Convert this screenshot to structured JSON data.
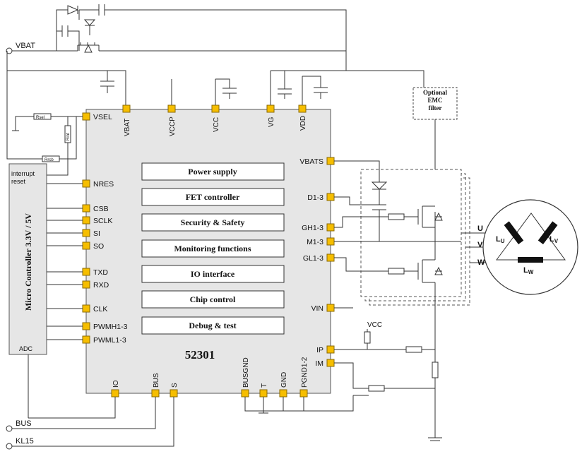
{
  "chip": {
    "name": "52301",
    "top_pins": [
      "VBAT",
      "VCCP",
      "VCC",
      "VG",
      "VDD"
    ],
    "left_pins": [
      "VSEL",
      "NRES",
      "CSB",
      "SCLK",
      "SI",
      "SO",
      "TXD",
      "RXD",
      "CLK",
      "PWMH1-3",
      "PWML1-3"
    ],
    "right_pins": [
      "VBATS",
      "D1-3",
      "GH1-3",
      "M1-3",
      "GL1-3",
      "VIN",
      "IP",
      "IM"
    ],
    "bottom_pins": [
      "IO",
      "BUS",
      "S",
      "BUSGND",
      "T",
      "GND",
      "PGND1-2"
    ],
    "blocks": [
      "Power supply",
      "FET controller",
      "Security & Safety",
      "Monitoring functions",
      "IO interface",
      "Chip control",
      "Debug & test"
    ]
  },
  "mcu": {
    "title": "Micro Controller  3.3V / 5V",
    "interrupt": "interrupt",
    "reset": "reset",
    "adc": "ADC"
  },
  "resistors": {
    "rsel": "Rsel",
    "rint": "Rint",
    "rrcb": "Rrcb"
  },
  "external": {
    "vbat": "VBAT",
    "bus": "BUS",
    "kl15": "KL15",
    "vcc": "VCC",
    "emc_filter": "Optional EMC filter"
  },
  "motor": {
    "phases": [
      "U",
      "V",
      "W"
    ],
    "coils": {
      "lu": "L",
      "lu_sub": "U",
      "lv": "L",
      "lv_sub": "V",
      "lw": "L",
      "lw_sub": "W"
    }
  },
  "colors": {
    "chip_fill": "#e6e6e6",
    "pin_fill": "#f6be00",
    "block_fill": "#ffffff",
    "mcu_fill": "#e6e6e6",
    "line": "#333333"
  }
}
